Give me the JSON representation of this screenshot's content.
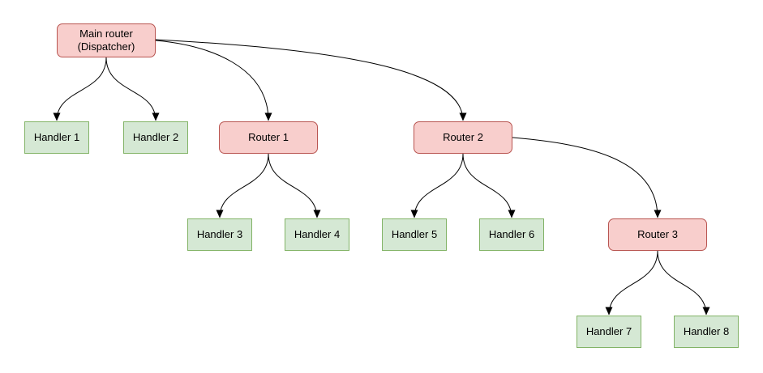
{
  "diagram": {
    "nodes": {
      "main_router": {
        "line1": "Main router",
        "line2": "(Dispatcher)"
      },
      "router1": {
        "label": "Router 1"
      },
      "router2": {
        "label": "Router 2"
      },
      "router3": {
        "label": "Router 3"
      },
      "handler1": {
        "label": "Handler 1"
      },
      "handler2": {
        "label": "Handler 2"
      },
      "handler3": {
        "label": "Handler 3"
      },
      "handler4": {
        "label": "Handler 4"
      },
      "handler5": {
        "label": "Handler 5"
      },
      "handler6": {
        "label": "Handler 6"
      },
      "handler7": {
        "label": "Handler 7"
      },
      "handler8": {
        "label": "Handler 8"
      }
    },
    "edges": [
      {
        "from": "Main router (Dispatcher)",
        "to": "Handler 1"
      },
      {
        "from": "Main router (Dispatcher)",
        "to": "Handler 2"
      },
      {
        "from": "Main router (Dispatcher)",
        "to": "Router 1"
      },
      {
        "from": "Main router (Dispatcher)",
        "to": "Router 2"
      },
      {
        "from": "Router 1",
        "to": "Handler 3"
      },
      {
        "from": "Router 1",
        "to": "Handler 4"
      },
      {
        "from": "Router 2",
        "to": "Handler 5"
      },
      {
        "from": "Router 2",
        "to": "Handler 6"
      },
      {
        "from": "Router 2",
        "to": "Router 3"
      },
      {
        "from": "Router 3",
        "to": "Handler 7"
      },
      {
        "from": "Router 3",
        "to": "Handler 8"
      }
    ],
    "colors": {
      "router_fill": "#f8cecc",
      "router_border": "#b85450",
      "handler_fill": "#d5e8d4",
      "handler_border": "#82b366",
      "edge": "#000000",
      "text": "#000000",
      "background": "#ffffff"
    }
  }
}
